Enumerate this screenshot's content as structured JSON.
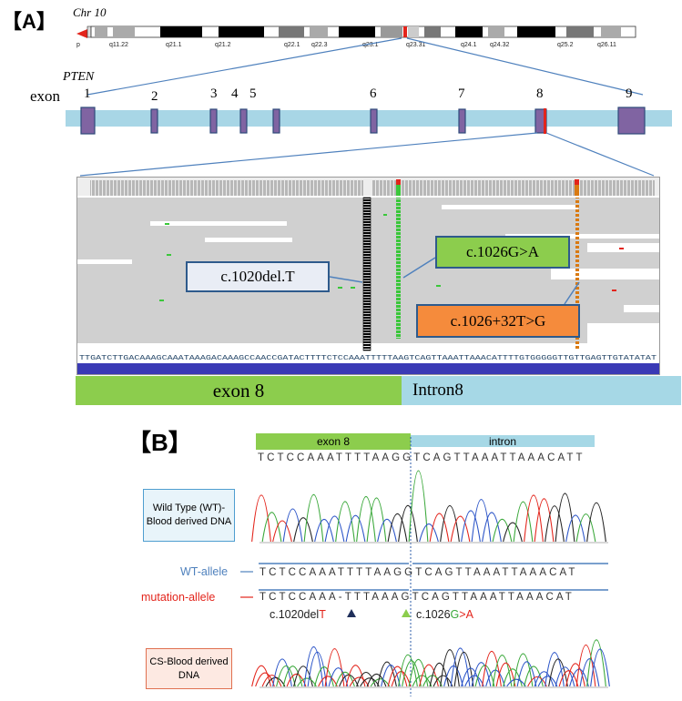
{
  "panel_a": {
    "label": "【A】",
    "chromosome": {
      "name": "Chr 10",
      "bands": [
        "p",
        "q11.22",
        "q21.1",
        "q21.2",
        "q22.1",
        "q22.3",
        "q23.1",
        "q23.31",
        "q24.1",
        "q24.32",
        "q25.2",
        "q26.11"
      ]
    },
    "gene": "PTEN",
    "exon_label": "exon",
    "exon_numbers": [
      "1",
      "2",
      "3",
      "4",
      "5",
      "6",
      "7",
      "8",
      "9"
    ],
    "variants": {
      "deletion": "c.1020del.T",
      "missense": "c.1026G>A",
      "intronic": "c.1026+32T>G"
    },
    "region_bar": {
      "exon_label": "exon 8",
      "intron_label": "Intron8"
    },
    "reference_sequence": "TTGATCTTGACAAAGCAAATAAAGACAAAGCCAACCGATACTTTTCTCCAAATTTTTAAGTCAGTTAAATTAAACATTTTGTGGGGGTTGTTGAGTTGTATATAT"
  },
  "panel_b": {
    "label": "【B】",
    "exon_header": "exon 8",
    "intron_header": "intron",
    "reference_sequence": "TCTCCAAATTTTAAGGTCAGTTAAATTAAACATT",
    "wt_box": "Wild Type (WT)-Blood derived DNA",
    "cs_box": "CS-Blood derived DNA",
    "wt_allele_label": "WT-allele",
    "mutation_allele_label": "mutation-allele",
    "wt_allele_seq": "TCTCCAAATTTTAAGGTCAGTTAAATTAAACAT",
    "mutation_allele_seq": "TCTCCAAA-TTTAAAGTCAGTTAAATTAAACAT",
    "deletion_annotation": {
      "prefix": "c.1020del",
      "base": "T"
    },
    "substitution_annotation": {
      "prefix": "c.1026",
      "ref": "G",
      "arrow": ">",
      "alt": "A"
    }
  },
  "colors": {
    "exon_green": "#8ccd4d",
    "intron_blue": "#9dd3e2",
    "track_blue": "#a8d6e6",
    "exon_purple": "#8064a2",
    "callout_orange": "#f58b3c",
    "mutation_red": "#e3241b",
    "allele_blue": "#4f81bd"
  }
}
